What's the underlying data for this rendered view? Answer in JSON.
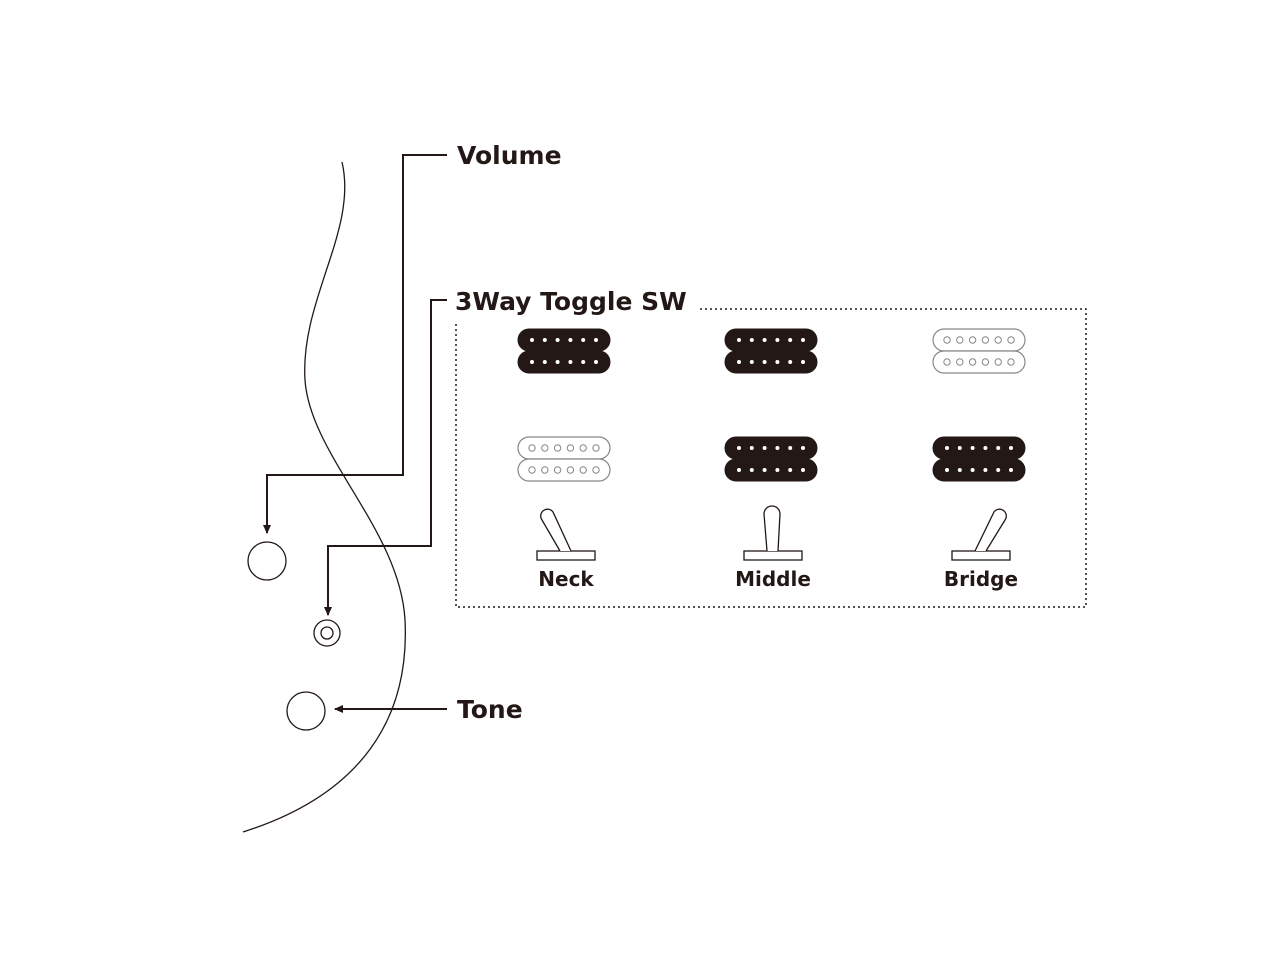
{
  "labels": {
    "volume": "Volume",
    "toggle": "3Way Toggle SW",
    "tone": "Tone"
  },
  "positions": [
    {
      "name": "Neck",
      "neck_active": true,
      "bridge_active": false,
      "lever": "left"
    },
    {
      "name": "Middle",
      "neck_active": true,
      "bridge_active": true,
      "lever": "center"
    },
    {
      "name": "Bridge",
      "neck_active": false,
      "bridge_active": true,
      "lever": "right"
    }
  ],
  "colors": {
    "ink": "#231815",
    "active_pickup": "#231815",
    "inactive_pickup": "#ffffff"
  }
}
